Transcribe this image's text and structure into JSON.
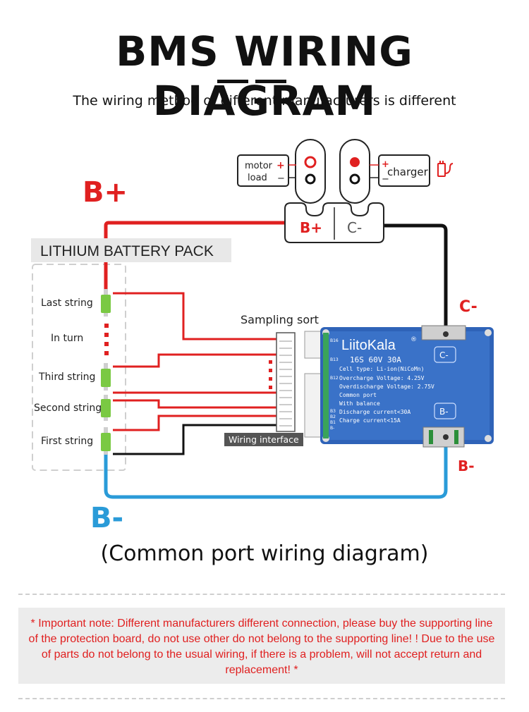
{
  "title": "BMS WIRING DIAGRAM",
  "subtitle": "The wiring method of different manufacturers is different",
  "pack_label": "LITHIUM BATTERY PACK",
  "strings": {
    "last": "Last string",
    "in_turn": "In turn",
    "third": "Third string",
    "second": "Second string",
    "first": "First string"
  },
  "big_labels": {
    "b_plus": "B+",
    "b_minus": "B-",
    "c_minus_side": "C-",
    "b_minus_side": "B-"
  },
  "connector": {
    "b_plus": "B+",
    "c_minus": "C-"
  },
  "motor_load": {
    "line1": "motor",
    "line2": "load",
    "plus": "+",
    "minus": "−"
  },
  "charger": {
    "label": "charger",
    "plus": "+",
    "minus": "−"
  },
  "sampling_sort": "Sampling sort",
  "wiring_interface": "Wiring interface",
  "board": {
    "brand": "LiitoKala",
    "reg": "®",
    "model": "16S 60V 30A",
    "specs": [
      "Cell type: Li-ion(NiCoMn)",
      "Overcharge Voltage: 4.25V",
      "Overdischarge Voltage: 2.75V",
      "Common port",
      "With balance",
      "Discharge current<30A",
      "Charge current<15A"
    ],
    "pins": [
      "B16",
      "B13",
      "B12",
      "B3",
      "B2",
      "B1",
      "B-"
    ],
    "c_minus_pad": "C-",
    "b_minus_pad": "B-"
  },
  "caption": "(Common port wiring diagram)",
  "note": "* Important note: Different manufacturers different connection, please buy the supporting line of the protection board, do not use other do not belong to the supporting line! ! Due to the use of parts do not belong to the usual wiring, if there is a problem, will not accept return and replacement! *",
  "colors": {
    "red": "#e02020",
    "black": "#111111",
    "blue": "#2a9bd8",
    "board": "#2f63b8",
    "cell": "#7ac943"
  }
}
